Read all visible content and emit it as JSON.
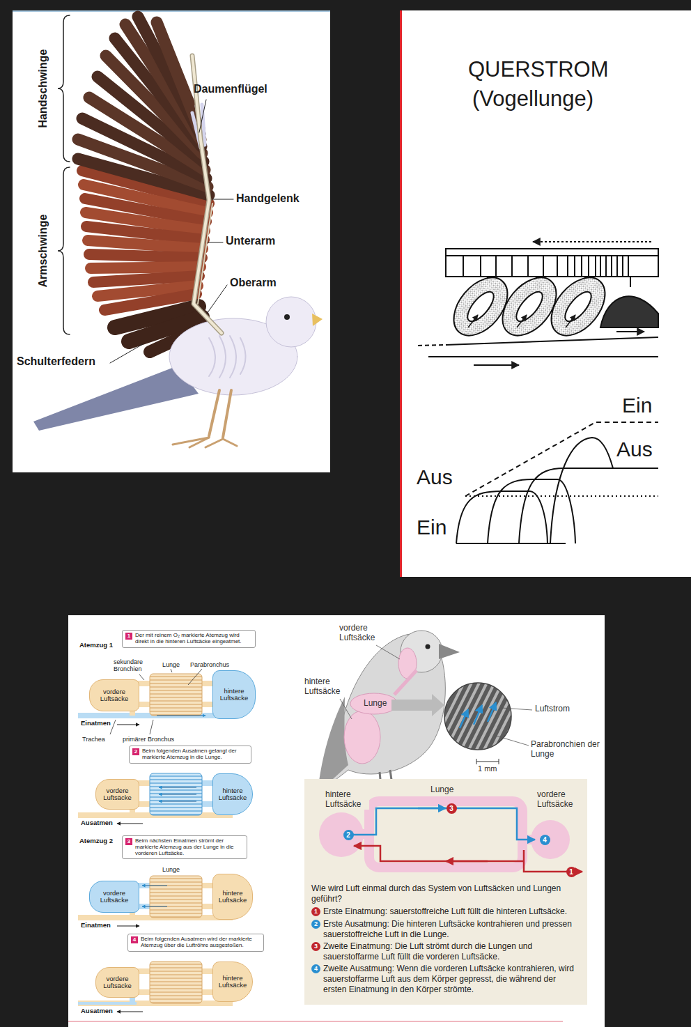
{
  "diagram": {
    "nodes": [
      {
        "text": [
          "1",
          "Der mit reinem O₂ markierte Atemzug wird direkt in die hinteren Luftsäcke eingeatmet."
        ]
      },
      {
        "text": [
          "vordere Luftsäcke"
        ]
      },
      {
        "text": [
          "hintere Luftsäcke"
        ]
      },
      {
        "text": [
          "2",
          "Beim folgenden Ausatmen gelangt der markierte Atemzug in die Lunge."
        ]
      },
      {
        "text": [
          "vordere Luftsäcke"
        ]
      },
      {
        "text": [
          "hintere Luftsäcke"
        ]
      },
      {
        "text": [
          "3",
          "Beim nächsten Einatmen strömt der markierte Atemzug aus der Lunge in die vorderen Luftsäcke."
        ]
      },
      {
        "text": [
          "vordere Luftsäcke"
        ]
      },
      {
        "text": [
          "hintere Luftsäcke"
        ]
      },
      {
        "text": [
          "4",
          "Beim folgenden Ausatmen wird der markierte Atemzug über die Luftröhre ausgestoßen."
        ]
      },
      {
        "text": [
          "vordere Luftsäcke"
        ]
      },
      {
        "text": [
          "hintere Luftsäcke"
        ]
      },
      {
        "text": [
          "Wie wird Luft einmal durch das System von Luftsäcken und Lungen geführt?",
          "1",
          "Erste Einatmung: sauerstoffreiche Luft füllt die hinteren Luftsäcke.",
          "2",
          "Erste Ausatmung: Die hinteren Luftsäcke kontrahieren und pressen sauerstoffreiche Luft in die Lunge.",
          "3",
          "Zweite Einatmung: Die Luft strömt durch die Lungen und sauerstoffarme Luft füllt die vorderen Luftsäcke.",
          "4",
          "Zweite Ausatmung: Wenn die vorderen Luftsäcke kontrahieren, wird sauerstoffarme Luft aus dem Körper gepresst, die während der ersten Einatmung in den Körper strömte."
        ]
      }
    ],
    "labels": [
      "Handschwinge",
      "Armschwinge",
      "Daumenflügel",
      "Handgelenk",
      "Unterarm",
      "Oberarm",
      "Schulterfedern",
      "QUERSTROM",
      "(Vogellunge)",
      "Ein",
      "Aus",
      "Aus",
      "Ein",
      "Atemzug 1",
      "sekundäre Bronchien",
      "Lunge",
      "Parabronchus",
      "Einatmen",
      "Trachea",
      "primärer Bronchus",
      "Ausatmen",
      "Atemzug 2",
      "Lunge",
      "Einatmen",
      "Ausatmen",
      "vordere Luftsäcke",
      "hintere Luftsäcke",
      "Lunge",
      "Luftstrom",
      "Parabronchien der Lunge",
      "1 mm",
      "hintere Luftsäcke",
      "Lunge",
      "vordere Luftsäcke",
      "1",
      "2",
      "3",
      "4"
    ]
  }
}
